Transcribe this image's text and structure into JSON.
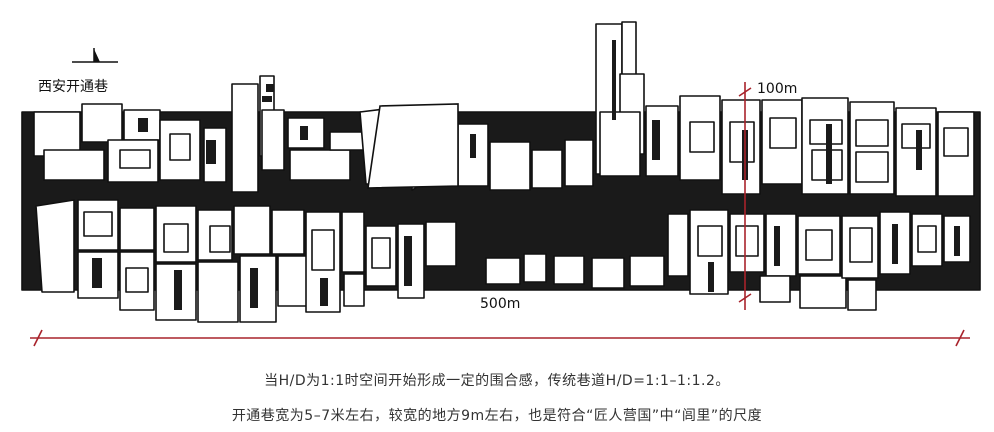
{
  "diagram": {
    "place_label": "西安开通巷",
    "scale_vertical_label": "100m",
    "scale_horizontal_label": "500m",
    "accent_color": "#a8232b",
    "ink_color": "#111111",
    "north_arrow_icon": "north-arrow-icon"
  },
  "captions": {
    "line1": "当H/D为1:1时空间开始形成一定的围合感，传统巷道H/D=1:1–1:1.2。",
    "line2": "开通巷宽为5–7米左右，较宽的地方9m左右，也是符合“匠人营国”中“闾里”的尺度"
  }
}
